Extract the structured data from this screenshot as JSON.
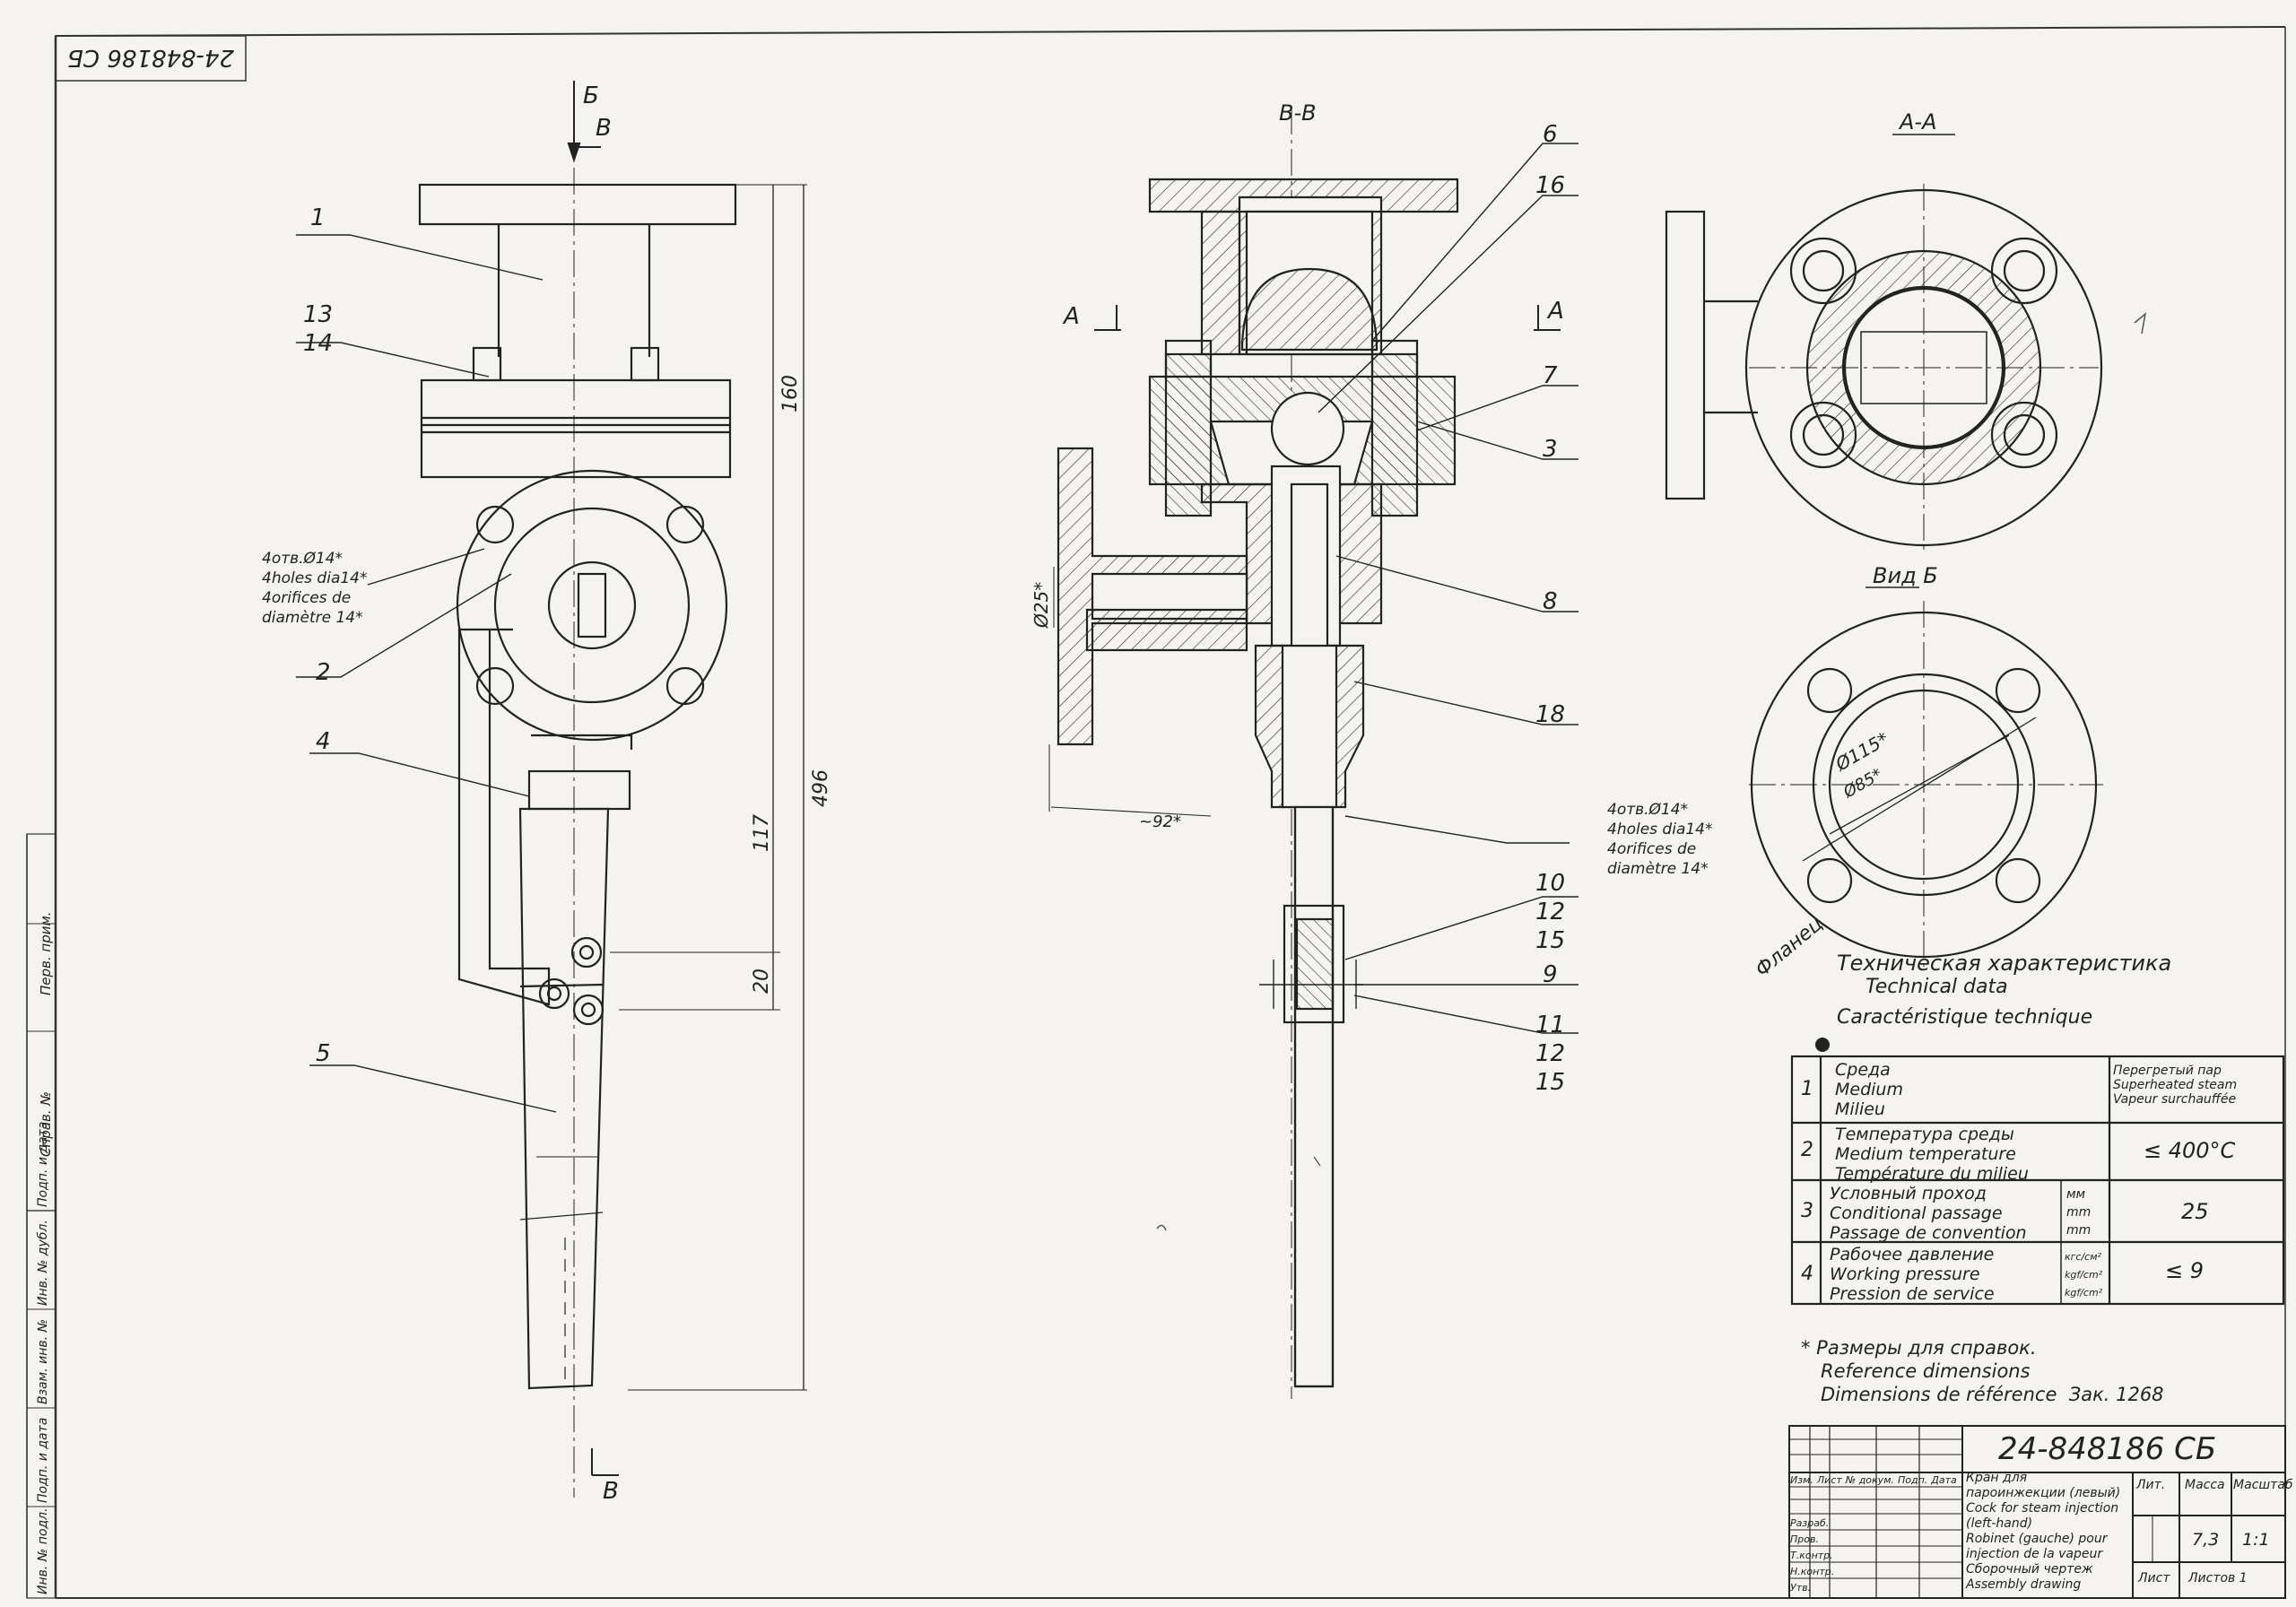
{
  "doc_number": "24-848186 СБ",
  "doc_number_mirrored": "24-848186 СБ",
  "section_labels": {
    "b_b": "В-В",
    "a_a": "А-А",
    "view_b": "Вид Б",
    "arrow_b": "Б",
    "arrow_v": "В",
    "arrow_a": "А"
  },
  "callouts": [
    "1",
    "13",
    "14",
    "2",
    "4",
    "5",
    "6",
    "16",
    "7",
    "3",
    "8",
    "18",
    "10",
    "12",
    "15",
    "9",
    "11",
    "12",
    "15"
  ],
  "dimensions": {
    "d160": "160",
    "d496": "496",
    "d117": "117",
    "d20": "20",
    "d25": "Ø25*",
    "d115": "Ø115*",
    "d85": "Ø85*",
    "d92": "~92*"
  },
  "holes_note_left": [
    "4отв.Ø14*",
    "4holes dia14*",
    "4orifices de",
    "diamètre 14*"
  ],
  "holes_note_right": [
    "4отв.Ø14*",
    "4holes dia14*",
    "4orifices de",
    "diamètre 14*"
  ],
  "tech_data_title": [
    "Техническая характеристика",
    "Technical data",
    "Caractéristique technique"
  ],
  "tech_table": [
    {
      "n": "1",
      "param": [
        "Среда",
        "Medium",
        "Milieu"
      ],
      "unit": [],
      "value": [
        "Перегретый пар",
        "Superheated steam",
        "Vapeur surchauffée"
      ]
    },
    {
      "n": "2",
      "param": [
        "Температура среды",
        "Medium temperature",
        "Température du milieu"
      ],
      "unit": [],
      "value": [
        "≤ 400°C"
      ]
    },
    {
      "n": "3",
      "param": [
        "Условный проход",
        "Conditional passage",
        "Passage de convention"
      ],
      "unit": [
        "мм",
        "mm",
        "mm"
      ],
      "value": [
        "25"
      ]
    },
    {
      "n": "4",
      "param": [
        "Рабочее давление",
        "Working pressure",
        "Pression de service"
      ],
      "unit": [
        "кгс/см²",
        "kgf/cm²",
        "kgf/cm²"
      ],
      "value": [
        "≤ 9"
      ]
    }
  ],
  "reference_note": [
    "* Размеры для справок.",
    "Reference dimensions",
    "Dimensions de référence"
  ],
  "order_note": "Зак. 1268",
  "title_block": {
    "number": "24-848186 СБ",
    "name": [
      "Кран для",
      "пароинжекции (левый)",
      "Cock for steam injection",
      "(left-hand)",
      "Robinet (gauche) pour",
      "injection de la vapeur",
      "Сборочный чертеж",
      "Assembly drawing"
    ],
    "head_labels": [
      "Лит.",
      "Масса",
      "Масштаб"
    ],
    "mass": "7,3",
    "scale": "1:1",
    "sheet_labels": [
      "Лист",
      "Листов 1"
    ],
    "rev_labels": [
      "Изм.",
      "Лист",
      "№ докум.",
      "Подп.",
      "Дата"
    ],
    "role_labels": [
      "Разраб.",
      "Пров.",
      "Т.контр.",
      "Н.контр.",
      "Утв."
    ]
  },
  "side_stamps": [
    "Перв. прим.",
    "Справ. №",
    "Инв. № подл.",
    "Подп. и дата",
    "Взам. инв. №",
    "Инв. № дубл.",
    "Подп. и дата"
  ],
  "pencil_note": "Фланец"
}
